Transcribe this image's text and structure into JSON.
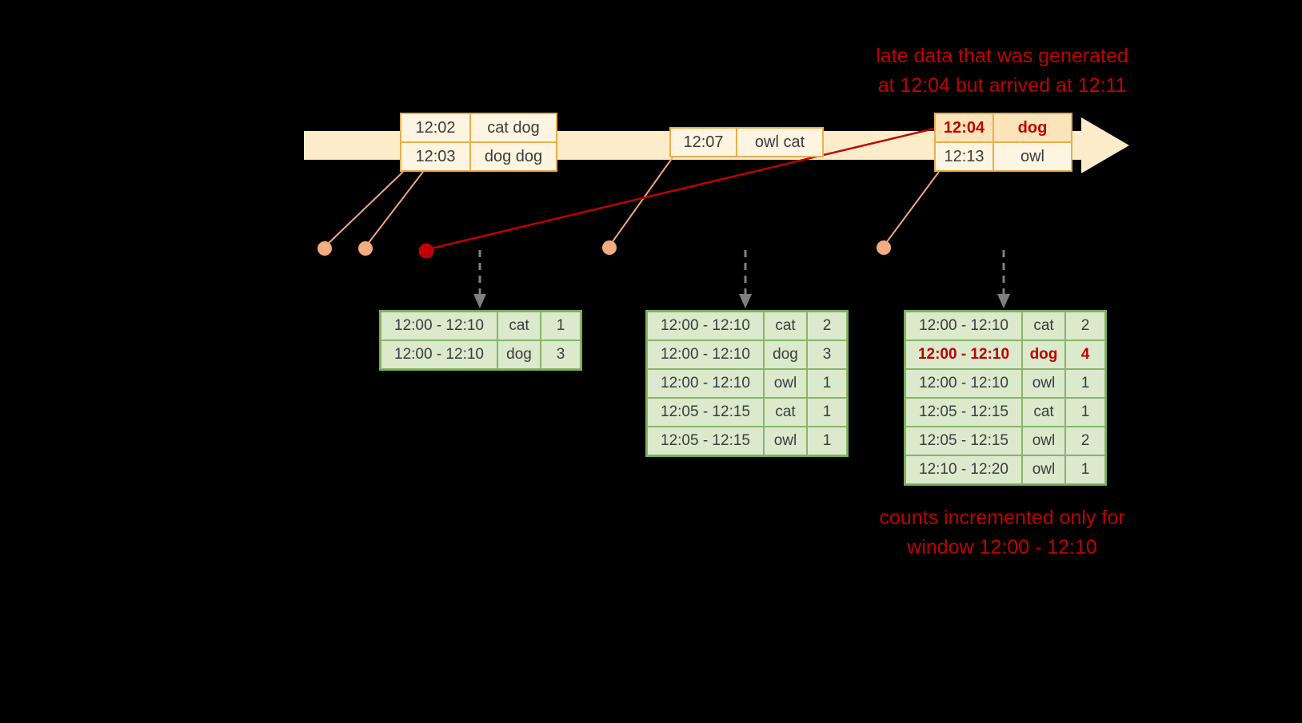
{
  "annotations": {
    "late_data": {
      "line1": "late data that was generated",
      "line2": "at 12:04 but arrived at 12:11"
    },
    "counts": {
      "line1": "counts incremented only for",
      "line2": "window 12:00 - 12:10"
    }
  },
  "event_groups": {
    "group1": {
      "rows": [
        {
          "time": "12:02",
          "words": "cat dog"
        },
        {
          "time": "12:03",
          "words": "dog dog"
        }
      ]
    },
    "group2": {
      "rows": [
        {
          "time": "12:07",
          "words": "owl cat"
        }
      ]
    },
    "group3": {
      "rows": [
        {
          "time": "12:04",
          "words": "dog"
        },
        {
          "time": "12:13",
          "words": "owl"
        }
      ]
    }
  },
  "result_tables": {
    "t1": {
      "rows": [
        {
          "window": "12:00 - 12:10",
          "word": "cat",
          "count": "1"
        },
        {
          "window": "12:00 - 12:10",
          "word": "dog",
          "count": "3"
        }
      ]
    },
    "t2": {
      "rows": [
        {
          "window": "12:00 - 12:10",
          "word": "cat",
          "count": "2"
        },
        {
          "window": "12:00 - 12:10",
          "word": "dog",
          "count": "3"
        },
        {
          "window": "12:00 - 12:10",
          "word": "owl",
          "count": "1"
        },
        {
          "window": "12:05 - 12:15",
          "word": "cat",
          "count": "1"
        },
        {
          "window": "12:05 - 12:15",
          "word": "owl",
          "count": "1"
        }
      ]
    },
    "t3": {
      "rows": [
        {
          "window": "12:00 - 12:10",
          "word": "cat",
          "count": "2"
        },
        {
          "window": "12:00 - 12:10",
          "word": "dog",
          "count": "4"
        },
        {
          "window": "12:00 - 12:10",
          "word": "owl",
          "count": "1"
        },
        {
          "window": "12:05 - 12:15",
          "word": "cat",
          "count": "1"
        },
        {
          "window": "12:05 - 12:15",
          "word": "owl",
          "count": "2"
        },
        {
          "window": "12:10 - 12:20",
          "word": "owl",
          "count": "1"
        }
      ]
    }
  },
  "colors": {
    "late_accent": "#c00000",
    "timeline_fill": "#fcecca",
    "event_border": "#e9af49",
    "event_fill": "#fdf5e1",
    "late_row_fill": "#fbe3ba",
    "dot_fill": "#f3ad80",
    "table_border": "#7fae5a",
    "table_cell_fill": "#dbe9cd",
    "trigger_arrow_gray": "#7f7f7f"
  }
}
